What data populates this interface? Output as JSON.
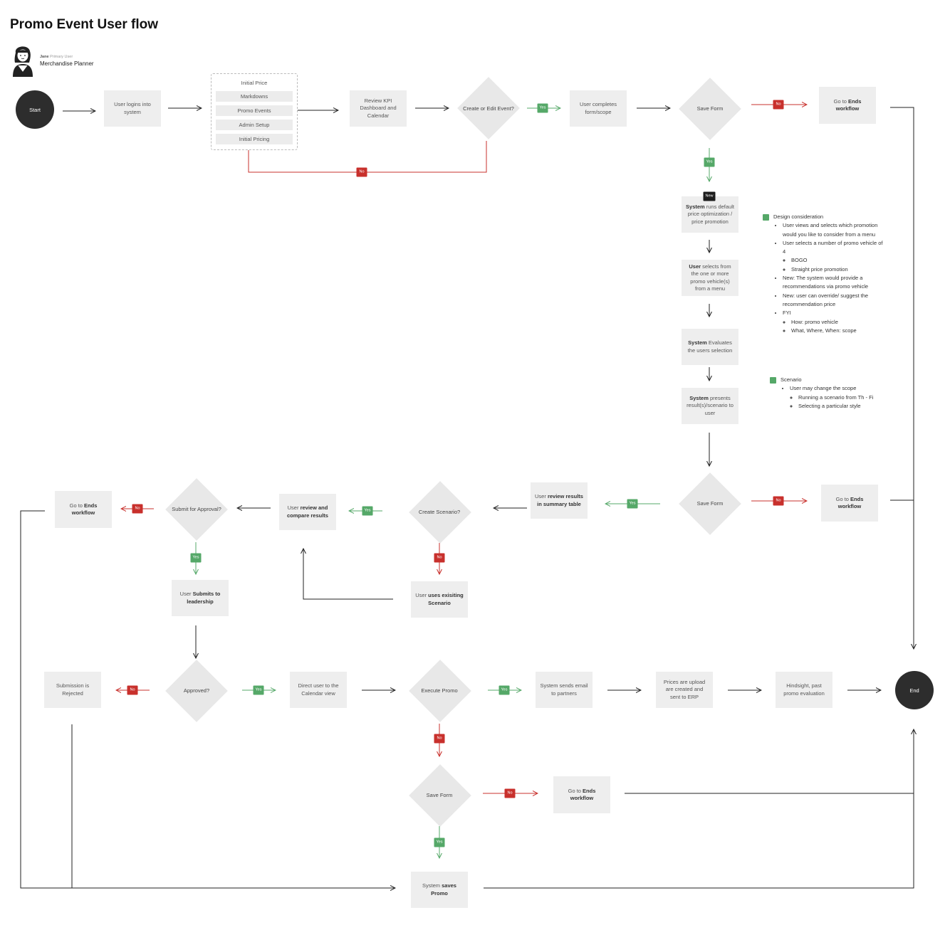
{
  "title": "Promo Event User flow",
  "persona": {
    "name": "Jane",
    "type": "Primary User",
    "role": "Merchandise Planner"
  },
  "colors": {
    "yes": "#55a868",
    "no": "#c8302c",
    "terminal": "#2d2d2d",
    "box": "#eeeeee"
  },
  "labels": {
    "yes": "Yes",
    "no": "No",
    "new": "New"
  },
  "start": "Start",
  "end": "End",
  "menu": {
    "title": "Initial Price",
    "items": [
      "Markdowns",
      "Promo Events",
      "Admin Setup",
      "Initial Pricing"
    ]
  },
  "steps": {
    "login": "User logins into system",
    "review_kpi": "Review KPI Dashboard and Calendar",
    "create_edit": "Create or Edit Event?",
    "complete_form": "User completes form/scope",
    "save_form_1": "Save Form",
    "ends_1_pre": "Go to ",
    "ends_1_bold": "Ends workflow",
    "sys_runs_bold": "System",
    "sys_runs": " runs default price optimization / price promotion",
    "user_selects_bold": "User",
    "user_selects": " selects from the one or more promo vehicle(s) from a menu",
    "sys_eval_bold": "System",
    "sys_eval": " Evaluates the users selection",
    "sys_presents_bold": "System",
    "sys_presents": " presents result(s)/scenario to user",
    "save_form_2": "Save Form",
    "ends_2_pre": "Go to ",
    "ends_2_bold": "Ends workflow",
    "review_summary_pre": "User ",
    "review_summary_bold": "review results in summary table",
    "create_scenario": "Create Scenario?",
    "review_compare_pre": "User ",
    "review_compare_bold": "review and compare results",
    "submit_approval": "Submit for Approval?",
    "ends_3_pre": "Go to ",
    "ends_3_bold": "Ends workflow",
    "existing_pre": "User ",
    "existing_bold": "uses exisiting Scenario",
    "submits_pre": "User ",
    "submits_bold": "Submits to leadership",
    "rejected": "Submission is Rejected",
    "approved": "Approved?",
    "direct_calendar": "Direct user to the Calendar view",
    "execute": "Execute Promo",
    "sends_email": "System sends email to partners",
    "prices_upload": "Prices are upload are created and sent to ERP",
    "hindsight": "Hindsight, past promo evaluation",
    "save_form_3": "Save Form",
    "ends_4_pre": "Go to ",
    "ends_4_bold": "Ends workflow",
    "saves_pre": "System ",
    "saves_bold": "saves Promo"
  },
  "design_notes": {
    "heading": "Design consideration",
    "items": [
      "User views and selects which promotion would you like to consider from a menu",
      "User selects a number of promo vehicle of 4",
      "New: The system would provide a recommendations via promo vehicle",
      "New: user can override/ suggest the recommendation price",
      "FYI"
    ],
    "sub_vehicle": [
      "BOGO",
      "Straight price promotion"
    ],
    "sub_fyi": [
      "How: promo vehicle",
      "What, Where, When: scope"
    ]
  },
  "scenario_notes": {
    "heading": "Scenario",
    "item": "User may change the scope",
    "sub": [
      "Running a scenario from Th - Fi",
      "Selecting a particular style"
    ]
  }
}
